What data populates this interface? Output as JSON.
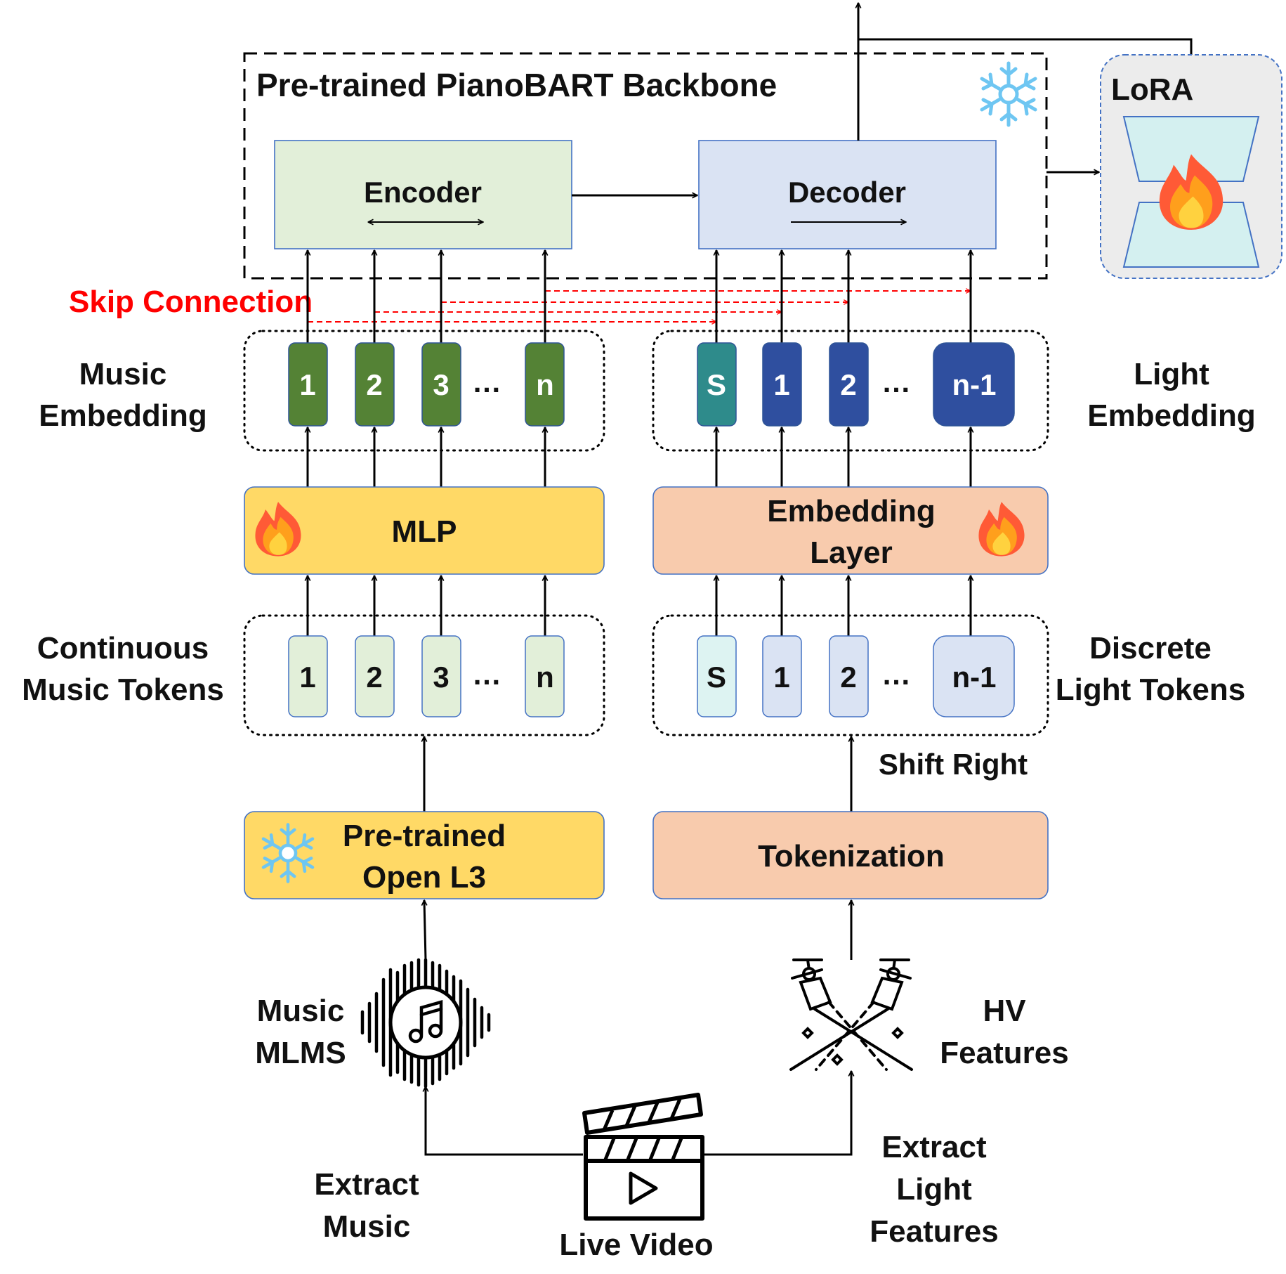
{
  "backbone": {
    "title": "Pre-trained PianoBART Backbone",
    "encoder": "Encoder",
    "decoder": "Decoder"
  },
  "lora": {
    "label": "LoRA"
  },
  "skip": {
    "label": "Skip Connection",
    "color": "#ff0000"
  },
  "left": {
    "embedding_label": [
      "Music",
      "Embedding"
    ],
    "embedding_tokens": [
      "1",
      "2",
      "3",
      "…",
      "n"
    ],
    "mlp": "MLP",
    "tokens_label": [
      "Continuous",
      "Music Tokens"
    ],
    "tokens": [
      "1",
      "2",
      "3",
      "…",
      "n"
    ],
    "openl3": [
      "Pre-trained",
      "Open L3"
    ],
    "mlms_label": [
      "Music",
      "MLMS"
    ],
    "extract_label": [
      "Extract",
      "Music"
    ]
  },
  "right": {
    "embedding_label": [
      "Light",
      "Embedding"
    ],
    "embedding_tokens": [
      "S",
      "1",
      "2",
      "…",
      "n-1"
    ],
    "embedding_layer": [
      "Embedding",
      "Layer"
    ],
    "tokens_label": [
      "Discrete",
      "Light Tokens"
    ],
    "tokens": [
      "S",
      "1",
      "2",
      "…",
      "n-1"
    ],
    "shift_right": "Shift Right",
    "tokenization": "Tokenization",
    "hv_label": [
      "HV",
      "Features"
    ],
    "extract_label": [
      "Extract",
      "Light",
      "Features"
    ]
  },
  "video": {
    "label": "Live Video"
  },
  "colors": {
    "encoder_fill": "#e2efd9",
    "decoder_fill": "#dae3f3",
    "music_embed_token": "#548235",
    "light_start_token": "#2e8b8b",
    "light_embed_token": "#2f4f9f",
    "mlp_fill": "#ffd966",
    "embedding_layer_fill": "#f8cbad",
    "music_token_fill": "#e2efd9",
    "light_start_fill": "#ddf3f2",
    "light_token_fill": "#dae3f3",
    "lora_box_fill": "#ececec",
    "lora_trapezoid_fill": "#d4f0f0"
  }
}
